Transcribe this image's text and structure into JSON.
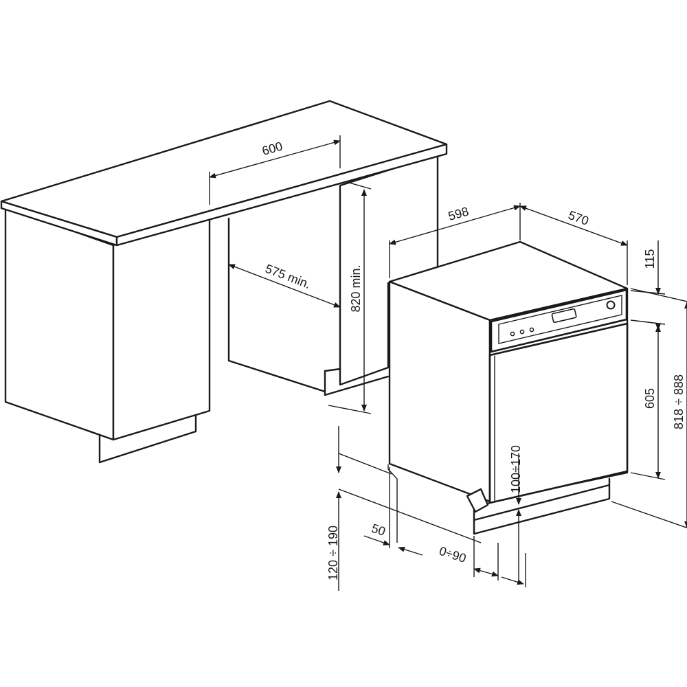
{
  "dimensions": {
    "recess_width": "600",
    "recess_depth": "575 min.",
    "recess_height": "820 min.",
    "appliance_width": "598",
    "appliance_depth": "570",
    "panel_top": "115",
    "door_panel_height": "605",
    "total_height": "818 ÷ 888",
    "door_offset": "100÷170",
    "plinth_height": "120 ÷ 190",
    "plinth_depth": "50",
    "plinth_adjust": "0÷90"
  }
}
